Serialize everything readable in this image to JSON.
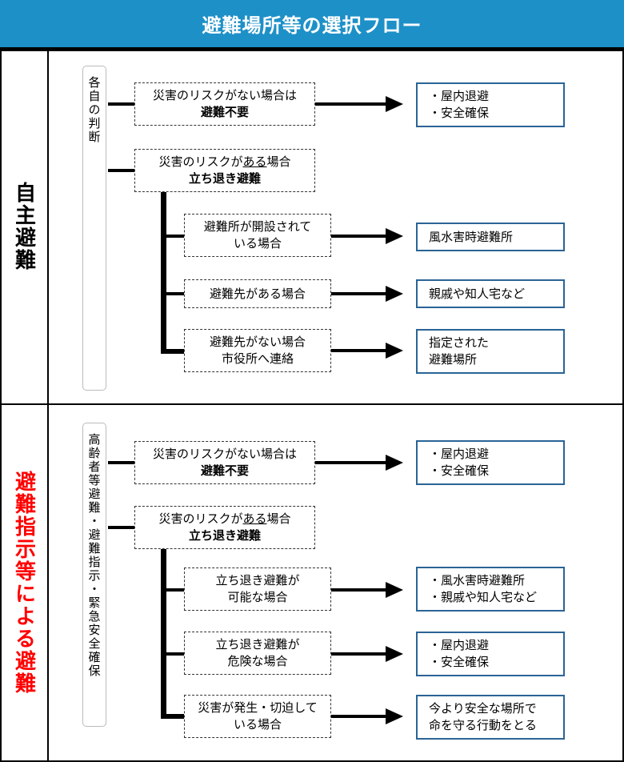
{
  "title": "避難場所等の選択フロー",
  "sections": [
    {
      "label": "自主避難",
      "label_color": "#000000",
      "criteria": "各自の判断",
      "no_risk": {
        "line1": "災害のリスクがない場合は",
        "line2": "避難不要"
      },
      "no_risk_result": [
        "・屋内退避",
        "・安全確保"
      ],
      "risk": {
        "line1_pre": "災害のリスクが",
        "line1_emph": "ある",
        "line1_post": "場合",
        "line2": "立ち退き避難"
      },
      "branches": [
        {
          "cond": [
            "避難所が開設されて",
            "いる場合"
          ],
          "result": [
            "風水害時避難所"
          ]
        },
        {
          "cond": [
            "避難先がある場合"
          ],
          "result": [
            "親戚や知人宅など"
          ]
        },
        {
          "cond": [
            "避難先がない場合",
            "市役所へ連絡"
          ],
          "result": [
            "指定された",
            "避難場所"
          ]
        }
      ]
    },
    {
      "label": "避難指示等による避難",
      "label_color": "#ff0000",
      "criteria": "高齢者等避難・避難指示・緊急安全確保",
      "no_risk": {
        "line1": "災害のリスクがない場合は",
        "line2": "避難不要"
      },
      "no_risk_result": [
        "・屋内退避",
        "・安全確保"
      ],
      "risk": {
        "line1_pre": "災害のリスクが",
        "line1_emph": "ある",
        "line1_post": "場合",
        "line2": "立ち退き避難"
      },
      "branches": [
        {
          "cond": [
            "立ち退き避難が",
            "可能な場合"
          ],
          "result": [
            "・風水害時避難所",
            "・親戚や知人宅など"
          ]
        },
        {
          "cond": [
            "立ち退き避難が",
            "危険な場合"
          ],
          "result": [
            "・屋内退避",
            "・安全確保"
          ]
        },
        {
          "cond": [
            "災害が発生・切迫して",
            "いる場合"
          ],
          "result": [
            "今より安全な場所で",
            "命を守る行動をとる"
          ]
        }
      ]
    }
  ]
}
